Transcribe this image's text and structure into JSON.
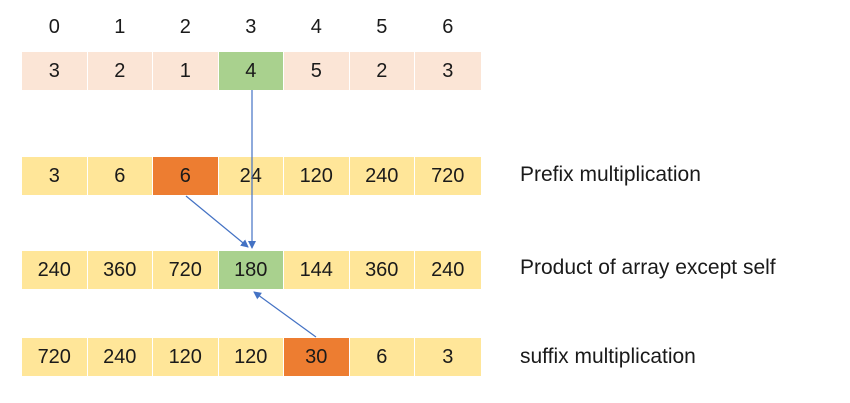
{
  "indices": [
    "0",
    "1",
    "2",
    "3",
    "4",
    "5",
    "6"
  ],
  "input": [
    "3",
    "2",
    "1",
    "4",
    "5",
    "2",
    "3"
  ],
  "prefix": [
    "3",
    "6",
    "6",
    "24",
    "120",
    "240",
    "720"
  ],
  "result": [
    "240",
    "360",
    "720",
    "180",
    "144",
    "360",
    "240"
  ],
  "suffix": [
    "720",
    "240",
    "120",
    "120",
    "30",
    "6",
    "3"
  ],
  "labels": {
    "prefix": "Prefix multiplication",
    "result": "Product of array except self",
    "suffix": "suffix multiplication"
  },
  "colors": {
    "input_bg": "#fbe5d6",
    "row_bg": "#ffe699",
    "highlight_green": "#a9d18e",
    "highlight_orange": "#ed7d31",
    "arrow": "#4472c4"
  }
}
